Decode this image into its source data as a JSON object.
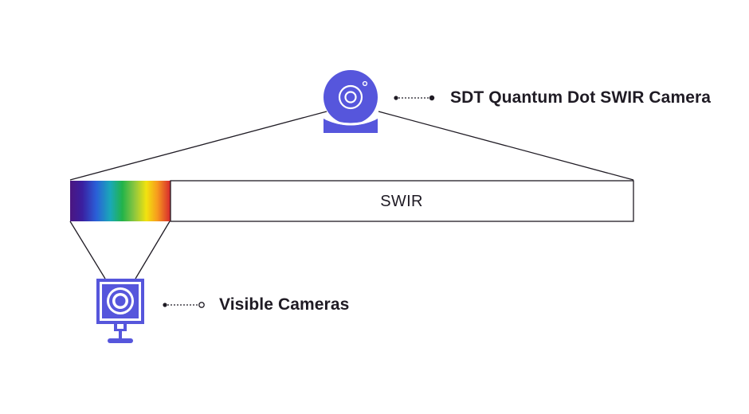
{
  "diagram": {
    "band_label": "SWIR",
    "swir_camera_label": "SDT Quantum Dot SWIR Camera",
    "visible_camera_label": "Visible Cameras",
    "colors": {
      "camera_fill": "#5656dc",
      "line": "#1f1b24",
      "text": "#1f1b24"
    },
    "icons": {
      "swir_camera": "dome-camera-icon",
      "visible_camera": "square-camera-icon"
    }
  }
}
